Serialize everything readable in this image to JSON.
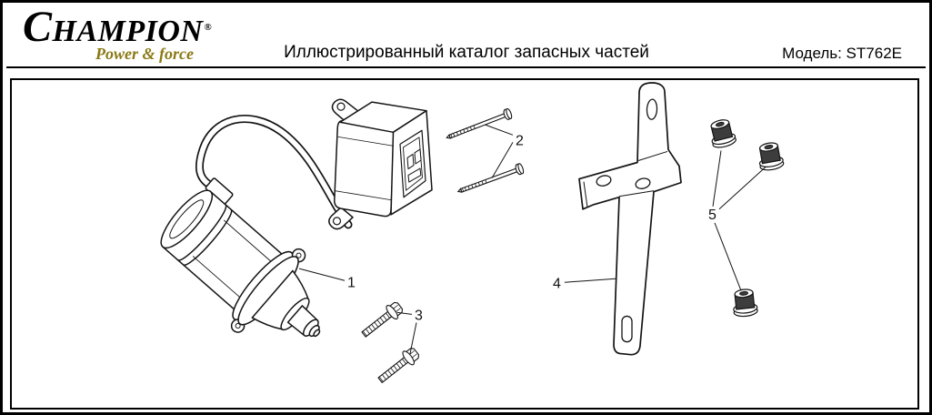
{
  "header": {
    "brand": "CHAMPION",
    "registered_mark": "®",
    "tagline": "Power & force",
    "title": "Иллюстрированный каталог запасных частей",
    "model": "Модель: ST762E"
  },
  "diagram": {
    "type": "exploded-parts-diagram",
    "parts": [
      {
        "number": "1",
        "part": "starter-motor"
      },
      {
        "number": "2",
        "part": "mounting-screws"
      },
      {
        "number": "3",
        "part": "flange-bolts"
      },
      {
        "number": "4",
        "part": "mounting-bracket"
      },
      {
        "number": "5",
        "part": "flange-nuts"
      }
    ]
  },
  "colors": {
    "tagline_gold": "#8a7914",
    "ink": "#000000"
  }
}
